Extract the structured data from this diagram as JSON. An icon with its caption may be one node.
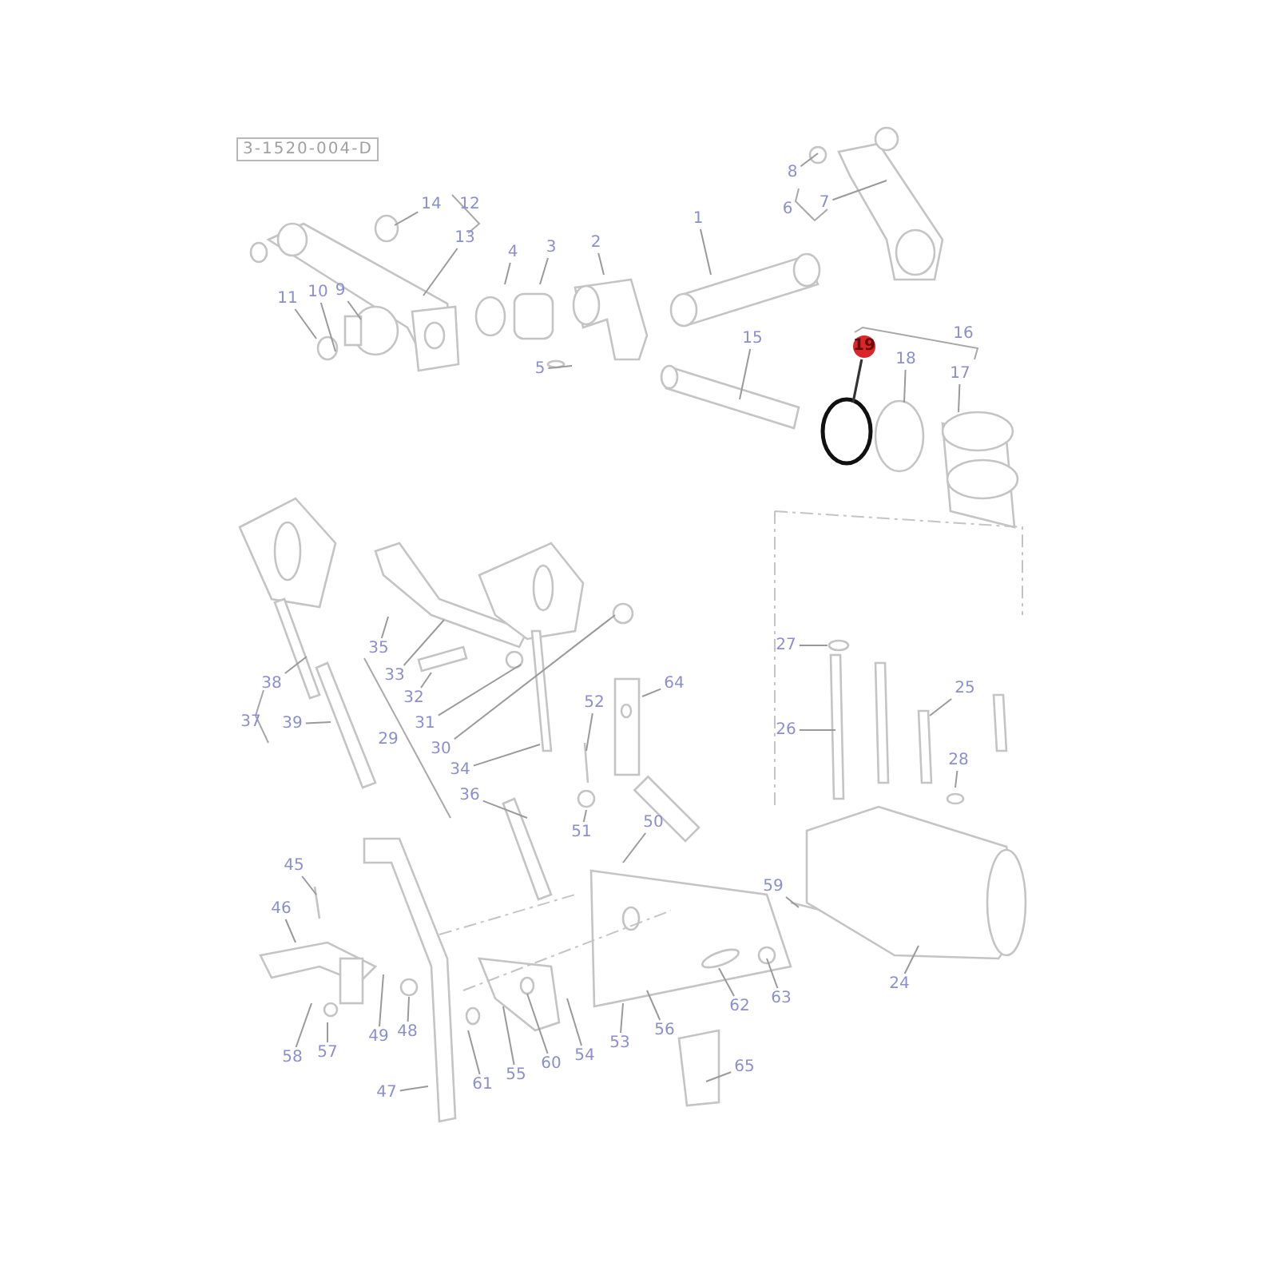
{
  "diagram": {
    "nodes": [
      {
        "text": [
          "1"
        ]
      },
      {
        "text": [
          "2"
        ]
      },
      {
        "text": [
          "3"
        ]
      },
      {
        "text": [
          "4"
        ]
      },
      {
        "text": [
          "5"
        ]
      },
      {
        "text": [
          "6"
        ]
      },
      {
        "text": [
          "7"
        ]
      },
      {
        "text": [
          "8"
        ]
      },
      {
        "text": [
          "9"
        ]
      },
      {
        "text": [
          "10"
        ]
      },
      {
        "text": [
          "11"
        ]
      },
      {
        "text": [
          "12"
        ]
      },
      {
        "text": [
          "13"
        ]
      },
      {
        "text": [
          "14"
        ]
      },
      {
        "text": [
          "15"
        ]
      },
      {
        "text": [
          "16"
        ]
      },
      {
        "text": [
          "17"
        ]
      },
      {
        "text": [
          "18"
        ]
      },
      {
        "text": [
          "19"
        ]
      },
      {
        "text": [
          "24"
        ]
      },
      {
        "text": [
          "25"
        ]
      },
      {
        "text": [
          "26"
        ]
      },
      {
        "text": [
          "27"
        ]
      },
      {
        "text": [
          "28"
        ]
      },
      {
        "text": [
          "29"
        ]
      },
      {
        "text": [
          "30"
        ]
      },
      {
        "text": [
          "31"
        ]
      },
      {
        "text": [
          "32"
        ]
      },
      {
        "text": [
          "33"
        ]
      },
      {
        "text": [
          "34"
        ]
      },
      {
        "text": [
          "35"
        ]
      },
      {
        "text": [
          "36"
        ]
      },
      {
        "text": [
          "37"
        ]
      },
      {
        "text": [
          "38"
        ]
      },
      {
        "text": [
          "39"
        ]
      },
      {
        "text": [
          "45"
        ]
      },
      {
        "text": [
          "46"
        ]
      },
      {
        "text": [
          "47"
        ]
      },
      {
        "text": [
          "48"
        ]
      },
      {
        "text": [
          "49"
        ]
      },
      {
        "text": [
          "50"
        ]
      },
      {
        "text": [
          "51"
        ]
      },
      {
        "text": [
          "52"
        ]
      },
      {
        "text": [
          "53"
        ]
      },
      {
        "text": [
          "54"
        ]
      },
      {
        "text": [
          "55"
        ]
      },
      {
        "text": [
          "56"
        ]
      },
      {
        "text": [
          "57"
        ]
      },
      {
        "text": [
          "58"
        ]
      },
      {
        "text": [
          "59"
        ]
      },
      {
        "text": [
          "60"
        ]
      },
      {
        "text": [
          "61"
        ]
      },
      {
        "text": [
          "62"
        ]
      },
      {
        "text": [
          "63"
        ]
      },
      {
        "text": [
          "64"
        ]
      },
      {
        "text": [
          "65"
        ]
      }
    ],
    "edges": [
      {
        "from": 0,
        "to": null,
        "arrow": "none"
      },
      {
        "from": 1,
        "to": null,
        "arrow": "none"
      },
      {
        "from": 2,
        "to": null,
        "arrow": "none"
      },
      {
        "from": 3,
        "to": null,
        "arrow": "none"
      },
      {
        "from": 4,
        "to": null,
        "arrow": "none"
      },
      {
        "from": 6,
        "to": null,
        "arrow": "none"
      },
      {
        "from": 7,
        "to": null,
        "arrow": "none"
      },
      {
        "from": 8,
        "to": null,
        "arrow": "none"
      },
      {
        "from": 9,
        "to": null,
        "arrow": "none"
      },
      {
        "from": 10,
        "to": null,
        "arrow": "none"
      },
      {
        "from": 12,
        "to": null,
        "arrow": "none"
      },
      {
        "from": 13,
        "to": null,
        "arrow": "none"
      },
      {
        "from": 14,
        "to": null,
        "arrow": "none"
      },
      {
        "from": 16,
        "to": null,
        "arrow": "none"
      },
      {
        "from": 17,
        "to": null,
        "arrow": "none"
      },
      {
        "from": 18,
        "to": null,
        "arrow": "none",
        "color": "#333333"
      },
      {
        "from": 19,
        "to": null,
        "arrow": "none"
      },
      {
        "from": 20,
        "to": null,
        "arrow": "none"
      },
      {
        "from": 21,
        "to": null,
        "arrow": "none"
      },
      {
        "from": 22,
        "to": null,
        "arrow": "none"
      },
      {
        "from": 23,
        "to": null,
        "arrow": "none"
      },
      {
        "from": 25,
        "to": null,
        "arrow": "none"
      },
      {
        "from": 26,
        "to": null,
        "arrow": "none"
      },
      {
        "from": 27,
        "to": null,
        "arrow": "none"
      },
      {
        "from": 28,
        "to": null,
        "arrow": "none"
      },
      {
        "from": 29,
        "to": null,
        "arrow": "none"
      },
      {
        "from": 30,
        "to": null,
        "arrow": "none"
      },
      {
        "from": 31,
        "to": null,
        "arrow": "none"
      },
      {
        "from": 33,
        "to": null,
        "arrow": "none"
      },
      {
        "from": 34,
        "to": null,
        "arrow": "none"
      },
      {
        "from": 35,
        "to": null,
        "arrow": "none"
      },
      {
        "from": 36,
        "to": null,
        "arrow": "none"
      },
      {
        "from": 37,
        "to": null,
        "arrow": "none"
      },
      {
        "from": 38,
        "to": null,
        "arrow": "none"
      },
      {
        "from": 39,
        "to": null,
        "arrow": "none"
      },
      {
        "from": 40,
        "to": null,
        "arrow": "none"
      },
      {
        "from": 41,
        "to": null,
        "arrow": "none"
      },
      {
        "from": 42,
        "to": null,
        "arrow": "none"
      },
      {
        "from": 43,
        "to": null,
        "arrow": "none"
      },
      {
        "from": 44,
        "to": null,
        "arrow": "none"
      },
      {
        "from": 45,
        "to": null,
        "arrow": "none"
      },
      {
        "from": 46,
        "to": null,
        "arrow": "none"
      },
      {
        "from": 47,
        "to": null,
        "arrow": "none"
      },
      {
        "from": 48,
        "to": null,
        "arrow": "none"
      },
      {
        "from": 49,
        "to": null,
        "arrow": "none"
      },
      {
        "from": 50,
        "to": null,
        "arrow": "none"
      },
      {
        "from": 51,
        "to": null,
        "arrow": "none"
      },
      {
        "from": 52,
        "to": null,
        "arrow": "none"
      },
      {
        "from": 53,
        "to": null,
        "arrow": "none"
      },
      {
        "from": 54,
        "to": null,
        "arrow": "none"
      },
      {
        "from": 55,
        "to": null,
        "arrow": "none"
      }
    ],
    "labels": [
      "3-1520-004-D"
    ]
  }
}
